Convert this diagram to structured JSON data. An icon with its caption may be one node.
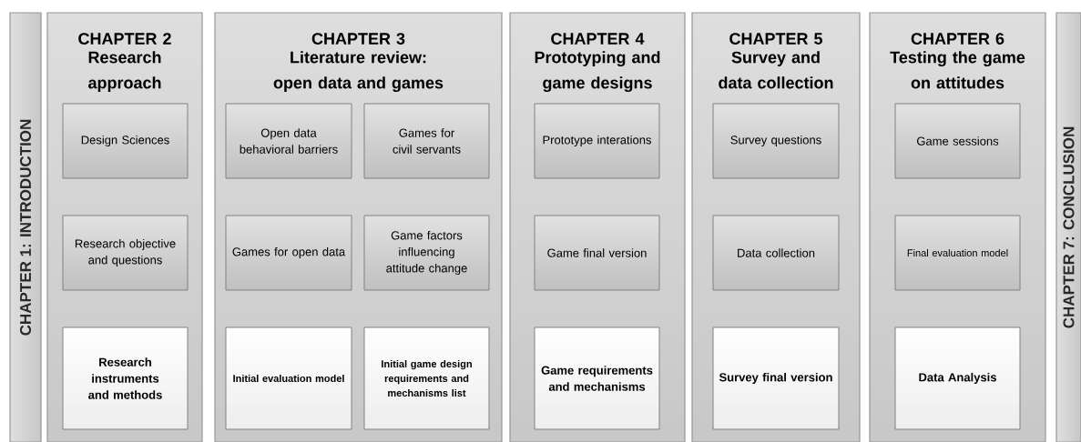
{
  "diagram": {
    "nodes": [
      {
        "text": [
          "CHAPTER 1: INTRODUCTION"
        ]
      },
      {
        "text": [
          "CHAPTER 2",
          "Research approach"
        ]
      },
      {
        "text": [
          "Design Sciences"
        ],
        "in": 1
      },
      {
        "text": [
          "Research objective and questions"
        ],
        "in": 1
      },
      {
        "text": [
          "Research instruments and methods"
        ],
        "in": 1
      },
      {
        "text": [
          "CHAPTER 3",
          "Literature review: open data and games"
        ]
      },
      {
        "text": [
          "Open data behavioral barriers"
        ],
        "in": 5
      },
      {
        "text": [
          "Games for civil servants"
        ],
        "in": 5
      },
      {
        "text": [
          "Games for open data"
        ],
        "in": 5
      },
      {
        "text": [
          "Game factors influencing attitude change"
        ],
        "in": 5
      },
      {
        "text": [
          "Initial evaluation model"
        ],
        "in": 5
      },
      {
        "text": [
          "Initial game design requirements and mechanisms list"
        ],
        "in": 5
      },
      {
        "text": [
          "CHAPTER 4",
          "Prototyping and game designs"
        ]
      },
      {
        "text": [
          "Prototype interations"
        ],
        "in": 12
      },
      {
        "text": [
          "Game final version"
        ],
        "in": 12
      },
      {
        "text": [
          "Game requirements and mechanisms"
        ],
        "in": 12
      },
      {
        "text": [
          "CHAPTER 5",
          "Survey and data collection"
        ]
      },
      {
        "text": [
          "Survey questions"
        ],
        "in": 16
      },
      {
        "text": [
          "Data collection"
        ],
        "in": 16
      },
      {
        "text": [
          "Survey final version"
        ],
        "in": 16
      },
      {
        "text": [
          "CHAPTER 6",
          "Testing the game on attitudes"
        ]
      },
      {
        "text": [
          "Game sessions"
        ],
        "in": 20
      },
      {
        "text": [
          "Final evaluation model"
        ],
        "in": 20
      },
      {
        "text": [
          "Data Analysis"
        ],
        "in": 20
      },
      {
        "text": [
          "CHAPTER 7: CONCLUSION"
        ]
      }
    ]
  }
}
